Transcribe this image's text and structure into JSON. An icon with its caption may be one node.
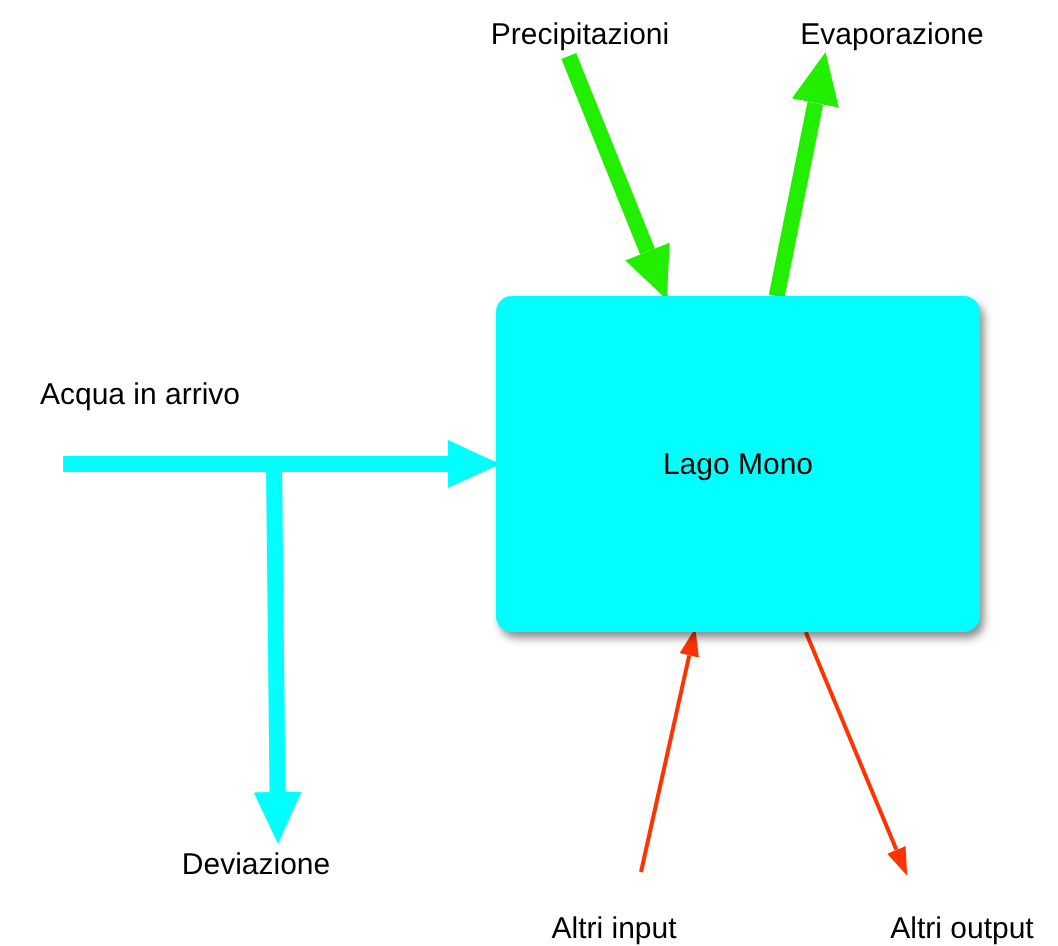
{
  "diagram": {
    "nodes": [
      {
        "text": [
          "Lago Mono"
        ]
      },
      {
        "text": [
          "Precipitazioni"
        ]
      },
      {
        "text": [
          "Evaporazione"
        ]
      },
      {
        "text": [
          "Acqua in arrivo"
        ]
      },
      {
        "text": [
          "Deviazione"
        ]
      },
      {
        "text": [
          "Altri input"
        ]
      },
      {
        "text": [
          "Altri output"
        ]
      }
    ],
    "edges": [
      {
        "from": 1,
        "to": 0,
        "arrow": "to",
        "color": "#22ee00"
      },
      {
        "from": 0,
        "to": 2,
        "arrow": "to",
        "color": "#22ee00"
      },
      {
        "from": 3,
        "to": 0,
        "arrow": "to",
        "color": "#00ffff"
      },
      {
        "from": 3,
        "to": 4,
        "arrow": "to",
        "color": "#00ffff"
      },
      {
        "from": 5,
        "to": 0,
        "arrow": "to",
        "color": "#ff3300"
      },
      {
        "from": 0,
        "to": 6,
        "arrow": "to",
        "color": "#ff3300"
      }
    ]
  }
}
